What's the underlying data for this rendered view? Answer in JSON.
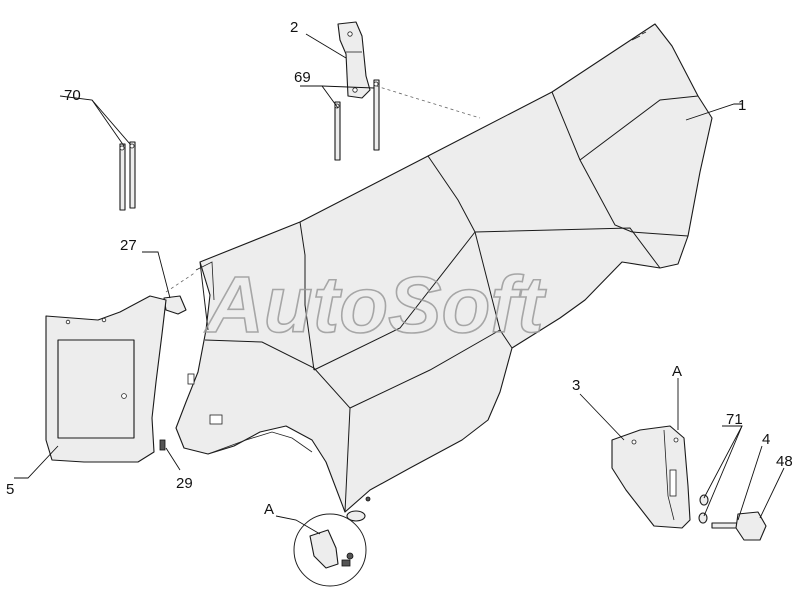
{
  "watermark": "AutoSoft",
  "view_labels": {
    "detail_a_top": "A",
    "detail_a_bottom": "A"
  },
  "callouts": [
    {
      "id": "c1",
      "text": "1"
    },
    {
      "id": "c2",
      "text": "2"
    },
    {
      "id": "c3",
      "text": "3"
    },
    {
      "id": "c4",
      "text": "4"
    },
    {
      "id": "c5",
      "text": "5"
    },
    {
      "id": "c27",
      "text": "27"
    },
    {
      "id": "c29",
      "text": "29"
    },
    {
      "id": "c48",
      "text": "48"
    },
    {
      "id": "c69",
      "text": "69"
    },
    {
      "id": "c70",
      "text": "70"
    },
    {
      "id": "c71",
      "text": "71"
    }
  ]
}
